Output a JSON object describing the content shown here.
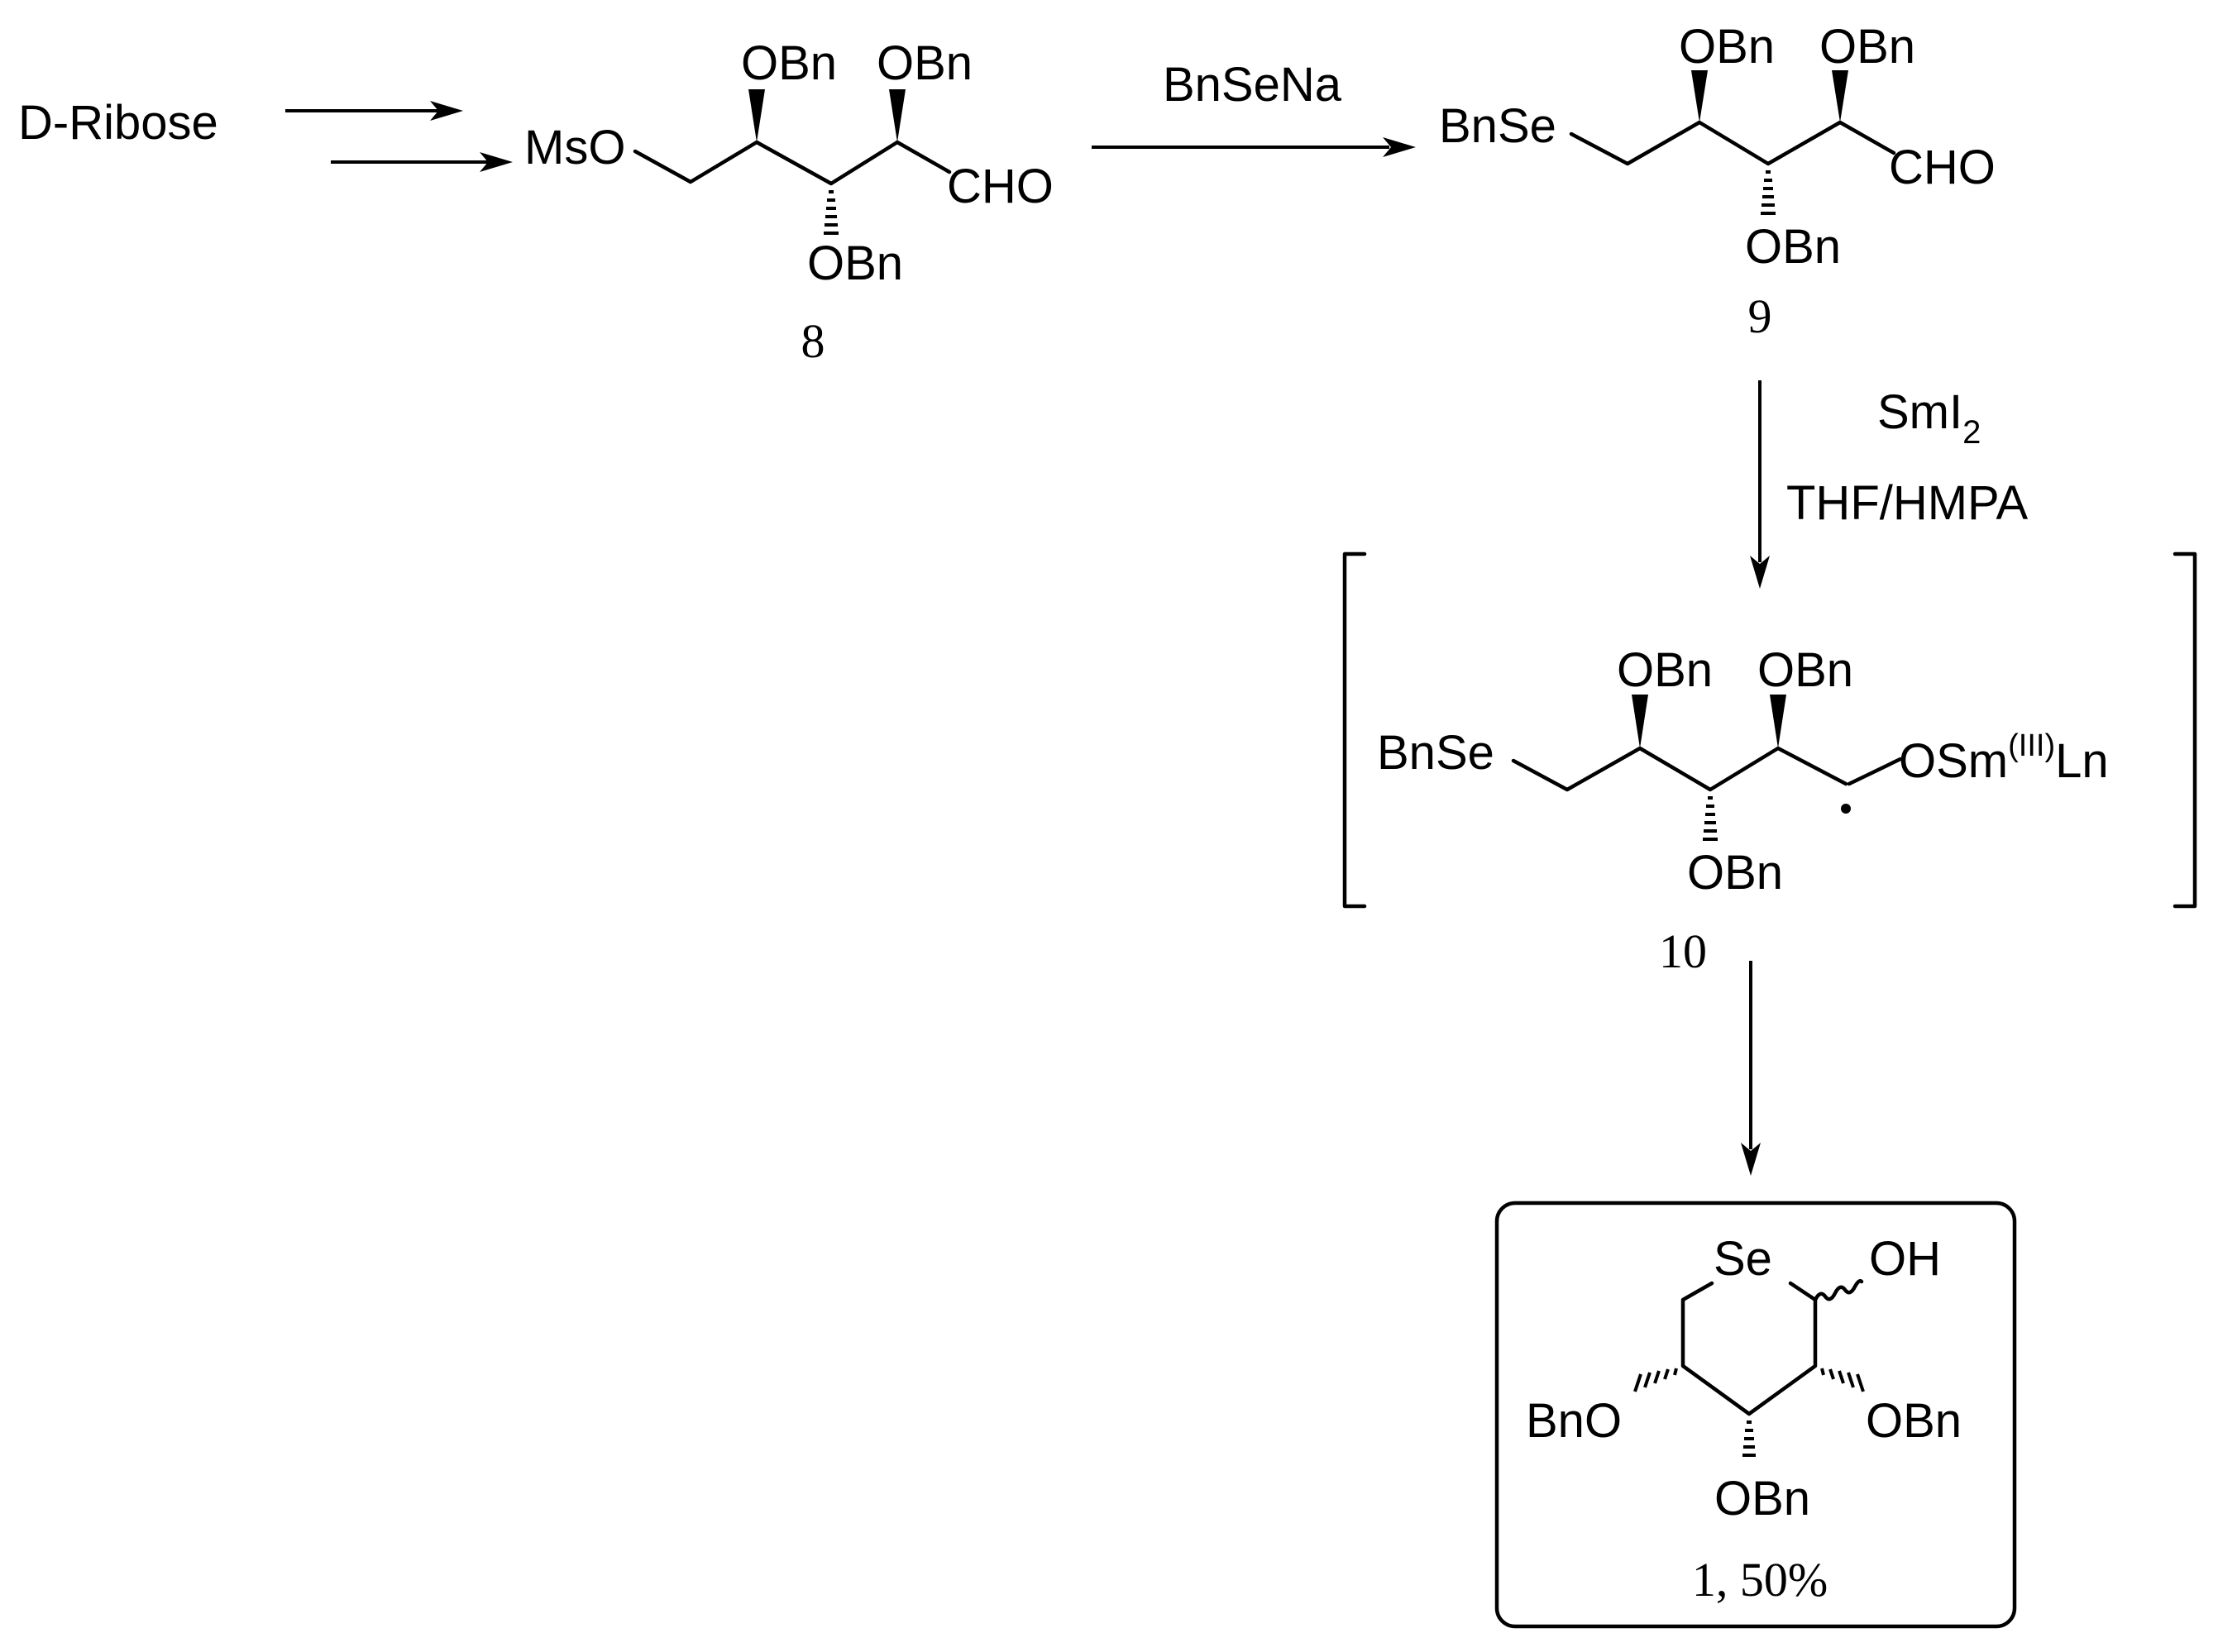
{
  "starting_material": "D-Ribose",
  "compound_8": {
    "label": "8",
    "left_group": "MsO",
    "substituents": [
      "OBn",
      "OBn",
      "OBn"
    ],
    "terminal_group": "CHO"
  },
  "step_1": {
    "reagent": "BnSeNa"
  },
  "compound_9": {
    "label": "9",
    "left_group": "BnSe",
    "substituents": [
      "OBn",
      "OBn",
      "OBn"
    ],
    "terminal_group": "CHO"
  },
  "step_2": {
    "reagent_base": "SmI",
    "reagent_subscript": "2",
    "solvent": "THF/HMPA"
  },
  "compound_10": {
    "label": "10",
    "left_group": "BnSe",
    "substituents": [
      "OBn",
      "OBn",
      "OBn"
    ],
    "terminal_prefix": "OSm",
    "terminal_superscript": "(III)",
    "terminal_suffix": "Ln"
  },
  "product_1": {
    "label": "1, 50%",
    "ring_atom": "Se",
    "hydroxyl": "OH",
    "substituents": [
      "BnO",
      "OBn",
      "OBn"
    ]
  }
}
